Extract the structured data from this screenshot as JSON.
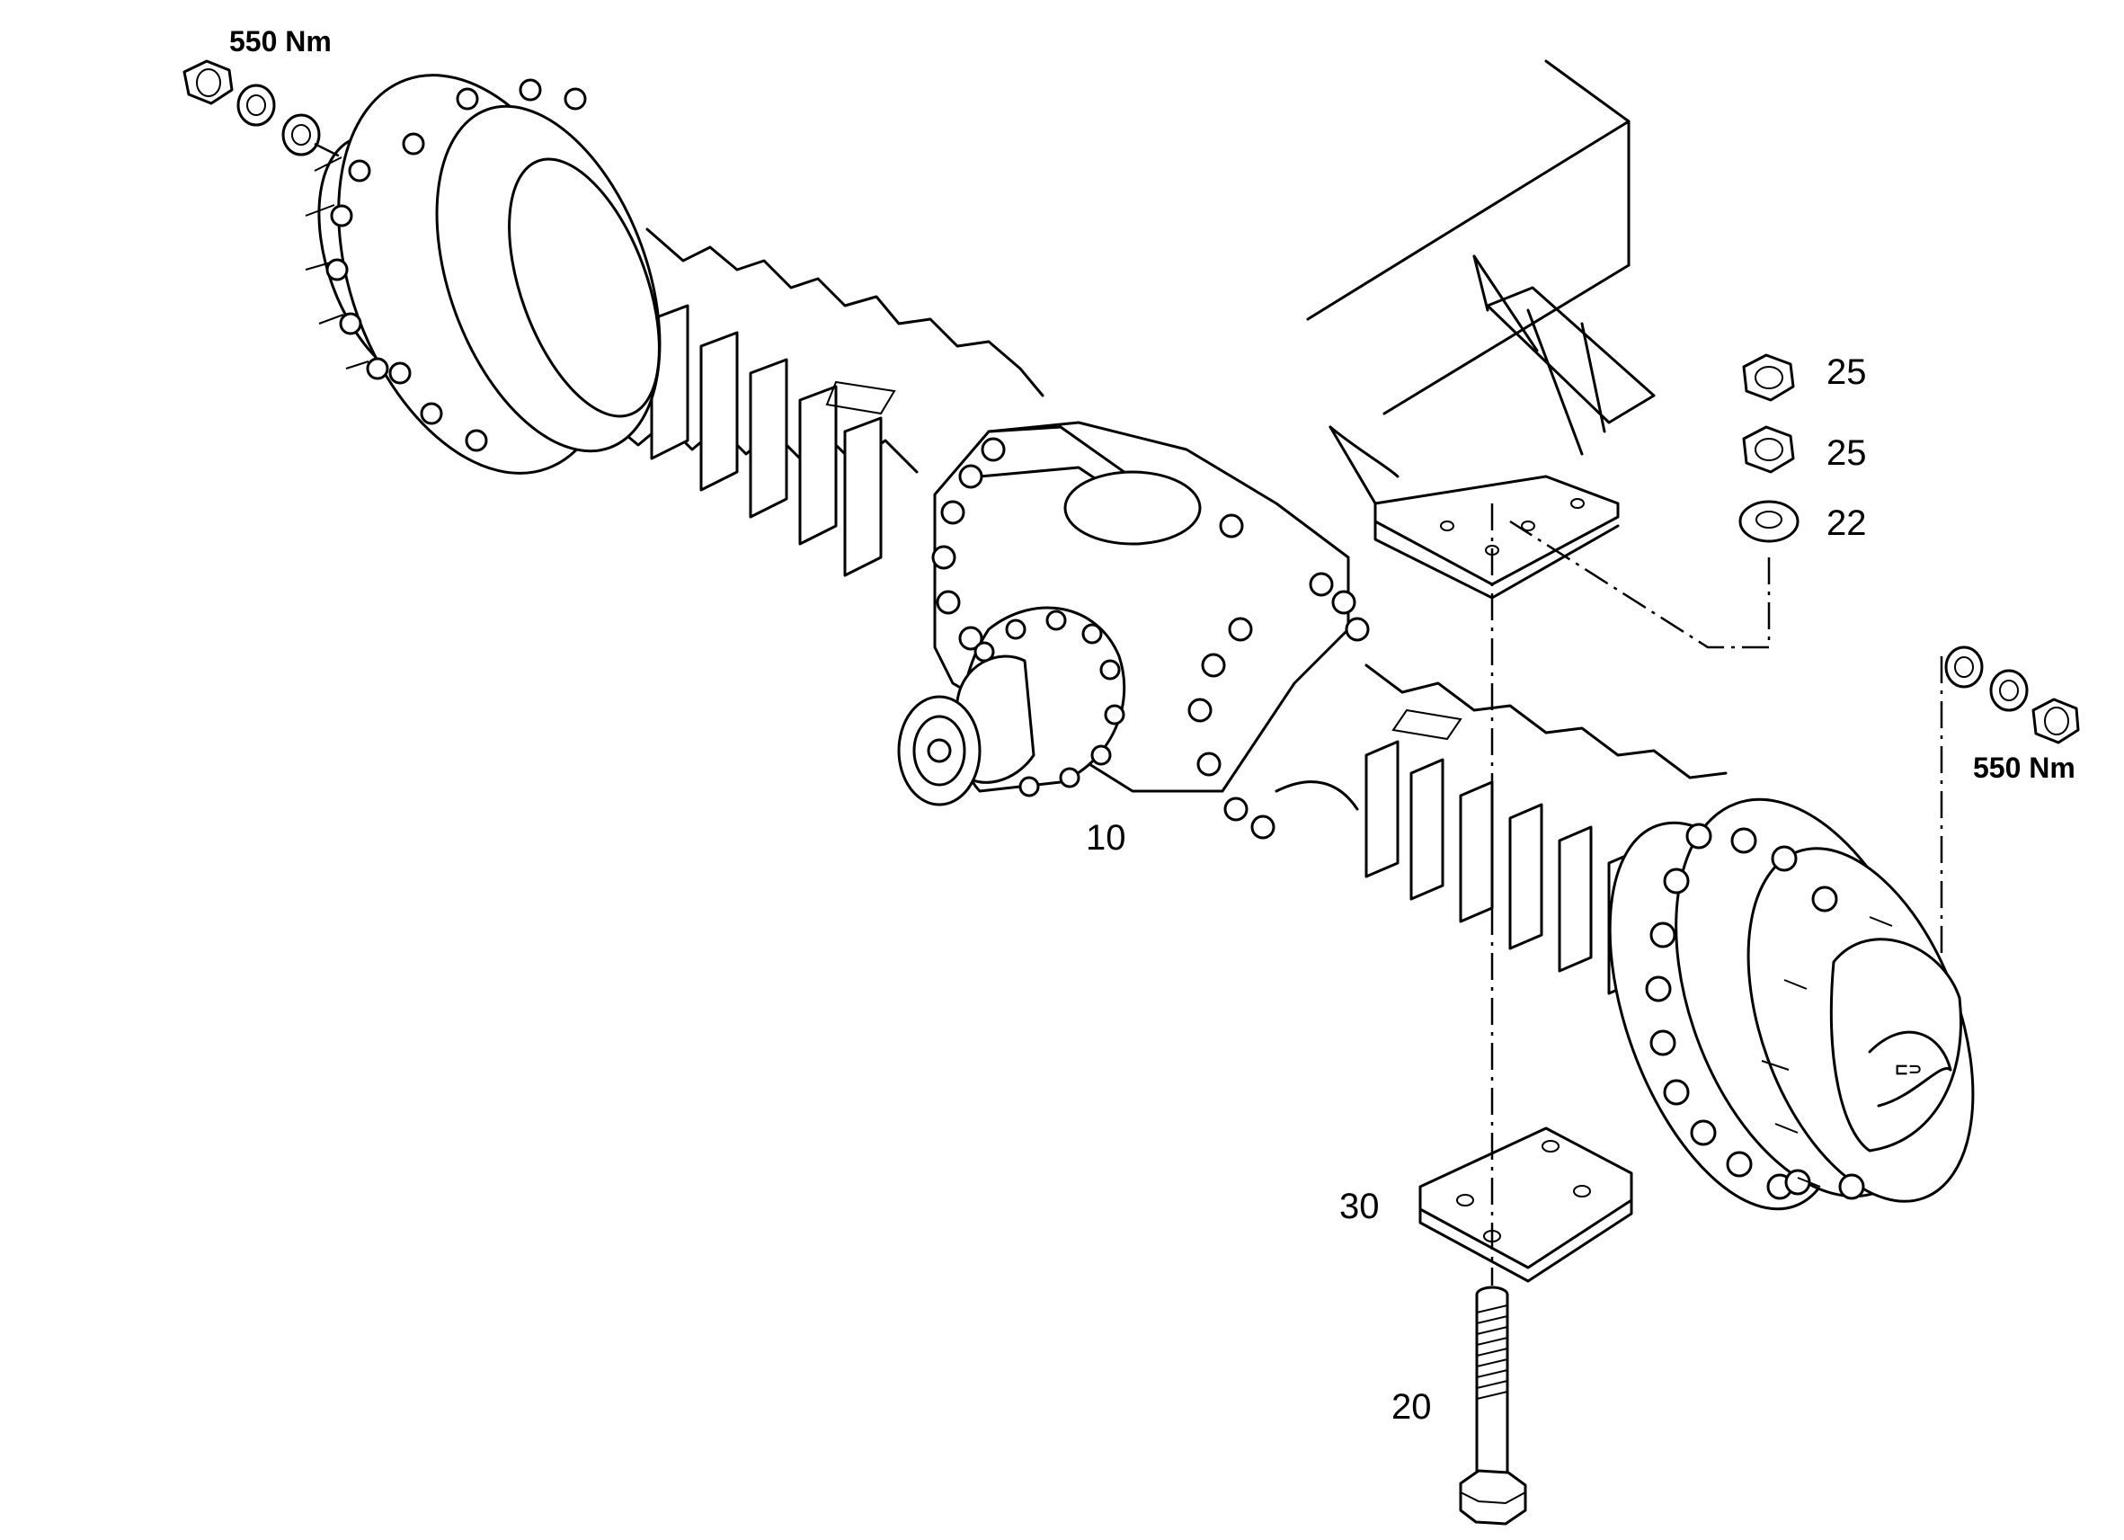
{
  "diagram": {
    "callouts": {
      "axle": "10",
      "bolt": "20",
      "washer": "22",
      "nut_upper": "25",
      "nut_lower": "25",
      "plate": "30"
    },
    "torque_left": "550 Nm",
    "torque_right": "550 Nm"
  }
}
